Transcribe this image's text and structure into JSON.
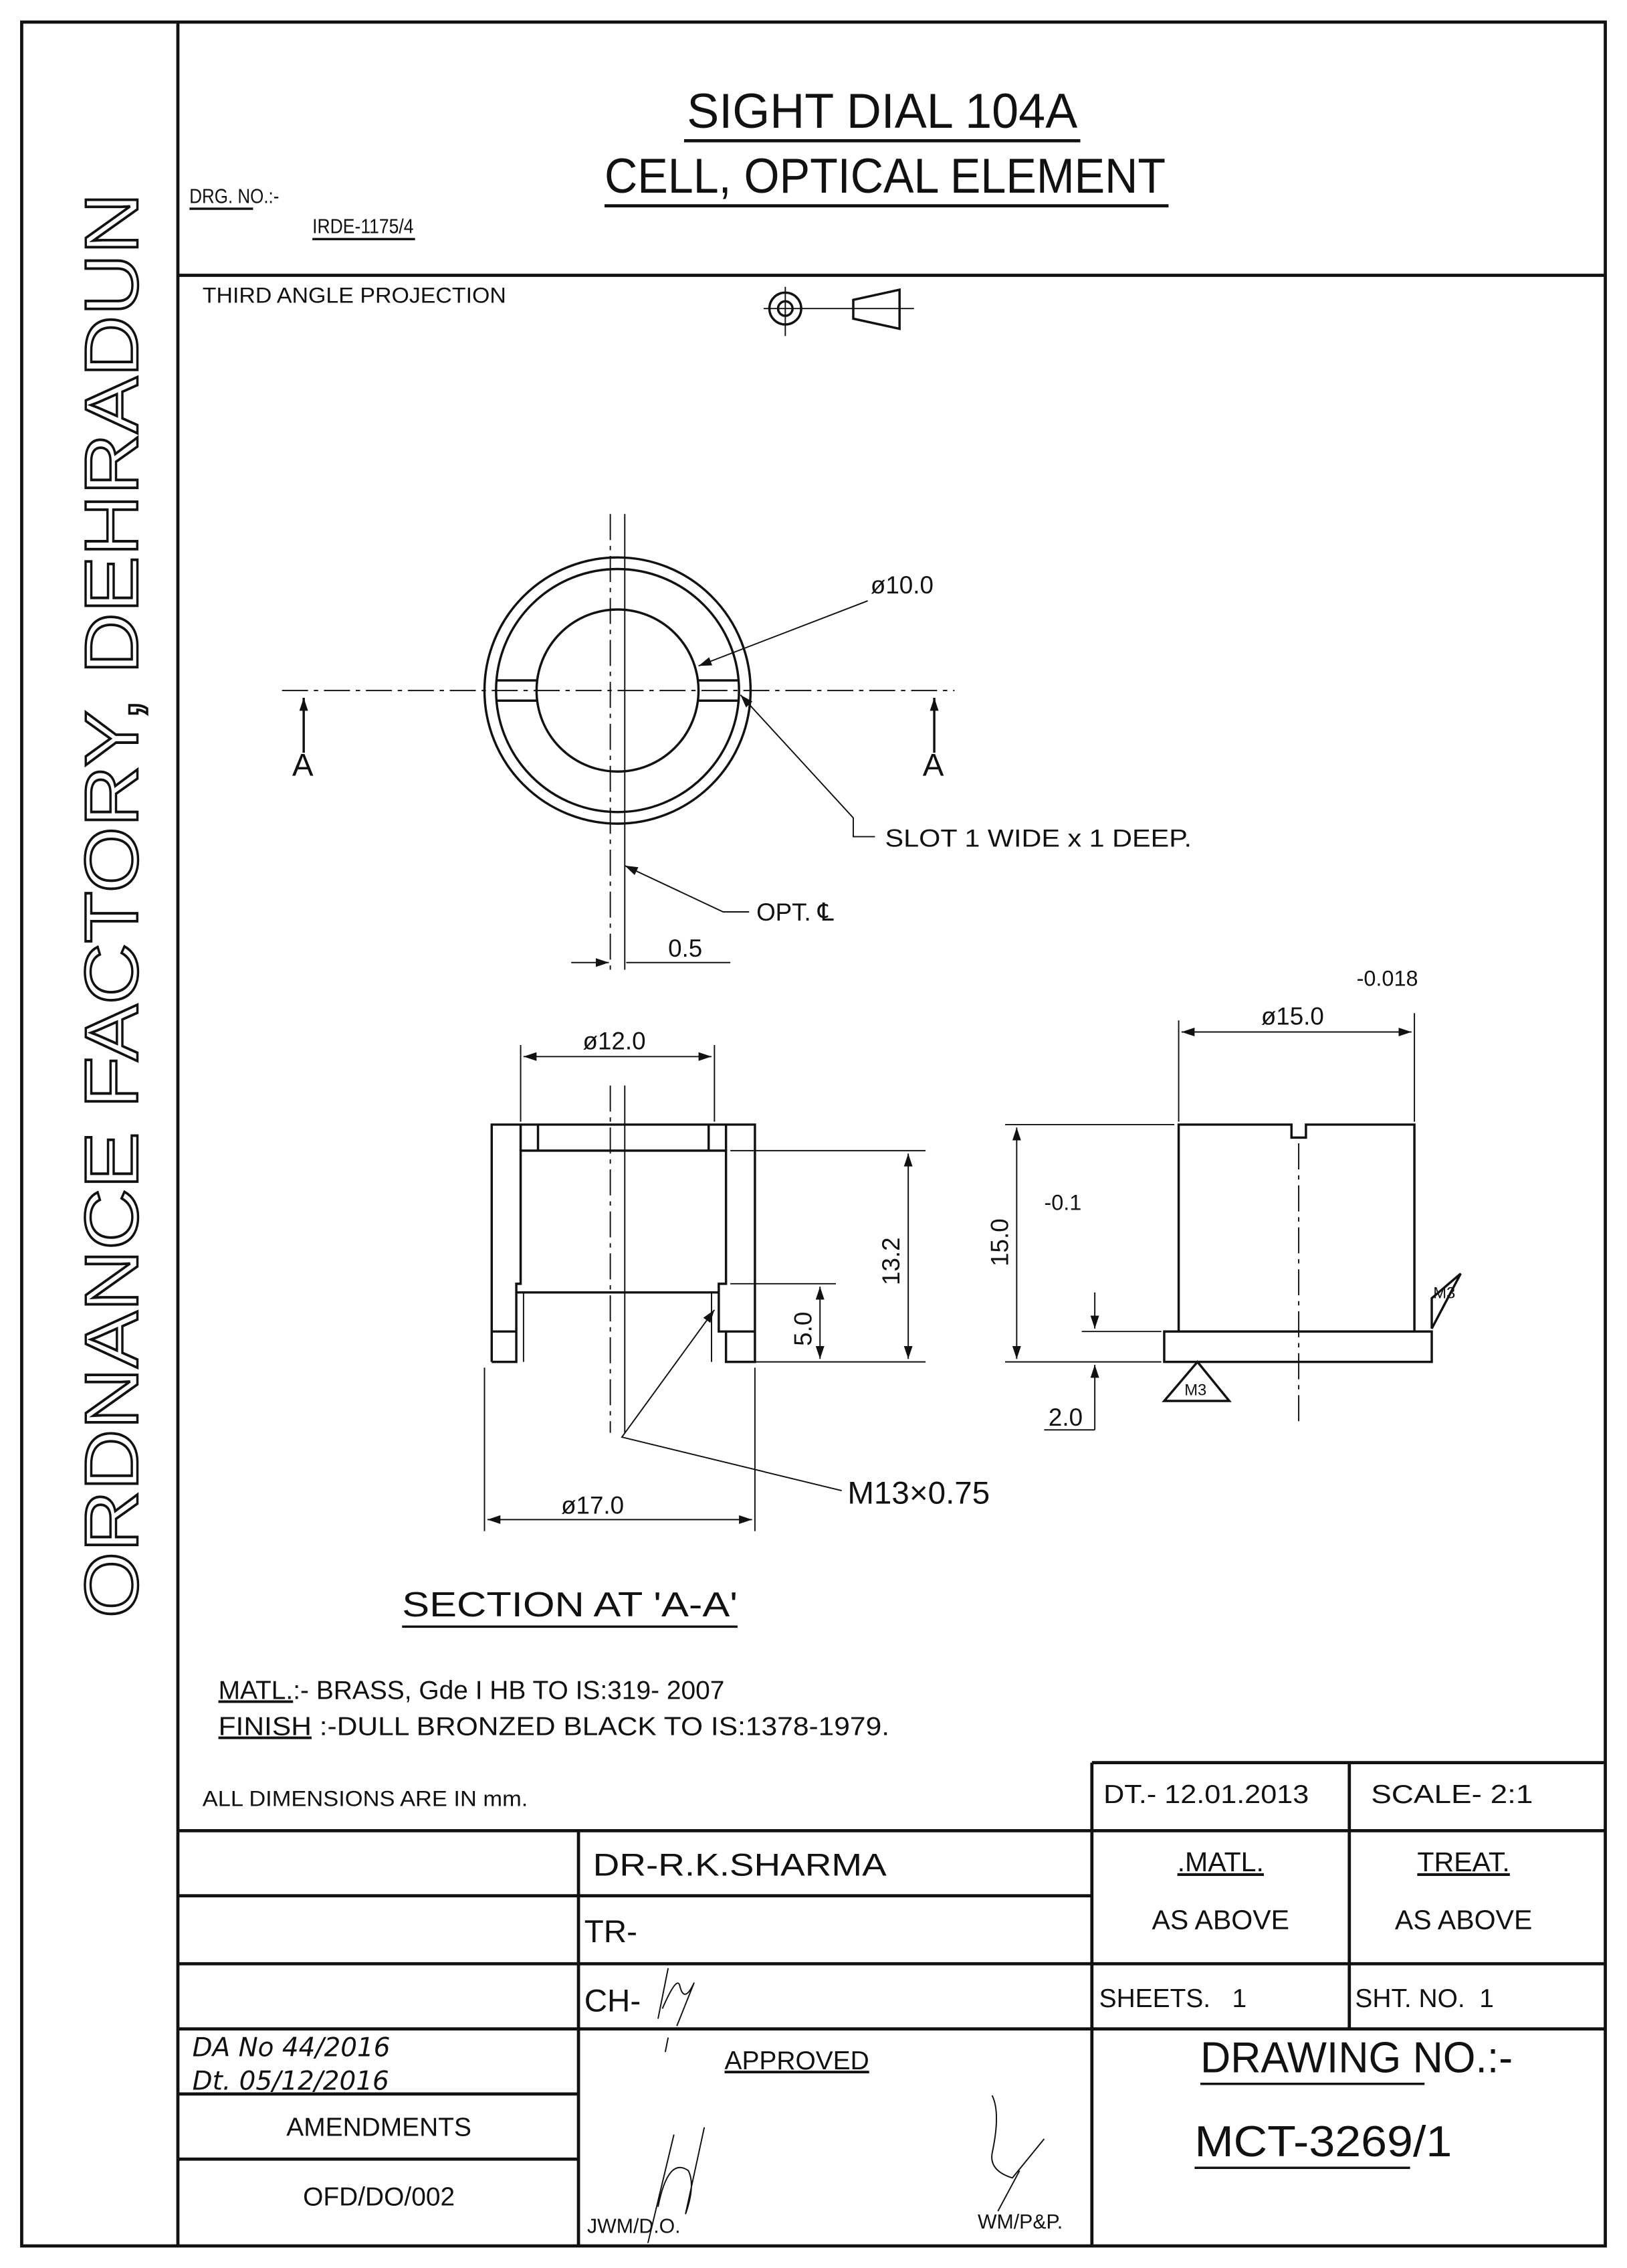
{
  "sidebar": {
    "organization": "ORDNANCE FACTORY, DEHRADUN"
  },
  "header": {
    "title_line1": "SIGHT DIAL 104A",
    "title_line2": "CELL, OPTICAL ELEMENT",
    "drg_no_label": "DRG. NO.:-",
    "drg_no_value": "IRDE-1175/4",
    "projection": "THIRD ANGLE PROJECTION"
  },
  "top_view": {
    "dia_inner": "ø10.0",
    "section_mark_left": "A",
    "section_mark_right": "A",
    "slot_note": "SLOT 1 WIDE x 1 DEEP.",
    "opt_cl": "OPT. ℄",
    "offset": "0.5"
  },
  "section_view": {
    "dia_bore": "ø12.0",
    "depth_total": "13.2",
    "depth_thread": "5.0",
    "dia_outer": "ø17.0",
    "thread": "M13×0.75",
    "caption": "SECTION AT 'A-A'"
  },
  "side_view": {
    "tolerance_dia": "-0.018",
    "dia": "ø15.0",
    "height": "15.0",
    "tolerance_height": "-0.1",
    "flange": "2.0",
    "finish_mark_1": "M3",
    "finish_mark_2": "M3"
  },
  "notes": {
    "matl_label": "MATL.",
    "matl_text": ":- BRASS, Gde I HB TO IS:319- 2007",
    "finish_label": "FINISH",
    "finish_text": " :-DULL BRONZED BLACK TO IS:1378-1979."
  },
  "title_block": {
    "units": "ALL DIMENSIONS ARE IN mm.",
    "date": "DT.- 12.01.2013",
    "scale": "SCALE- 2:1",
    "drawn": "DR-R.K.SHARMA",
    "traced": "TR-",
    "checked": "CH-",
    "matl_head": ".MATL.",
    "matl_value": "AS ABOVE",
    "treat_head": "TREAT.",
    "treat_value": "AS ABOVE",
    "sheets": "SHEETS.   1",
    "sheet_no": "SHT. NO.  1",
    "amend_line1": "DA No 44/2016",
    "amend_line2": "Dt. 05/12/2016",
    "amendments": "AMENDMENTS",
    "ref": "OFD/DO/002",
    "approved": "APPROVED",
    "jwm": "JWM/D.O.",
    "wm": "WM/P&P.",
    "drawing_no_label": "DRAWING NO.:-",
    "drawing_no": "MCT-3269/1"
  }
}
